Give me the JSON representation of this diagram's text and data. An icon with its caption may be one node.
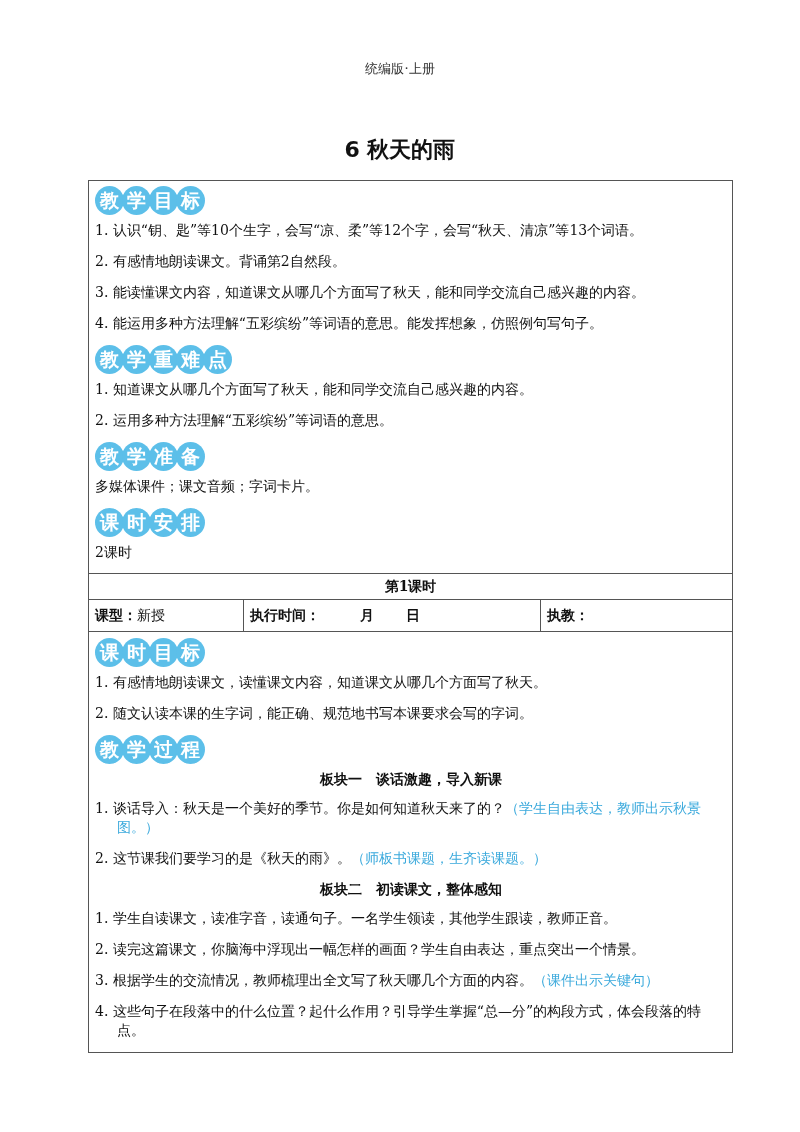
{
  "diagram": {
    "title": "6 秋天的雨",
    "labels": [
      "统编版·上册",
      "教学目标",
      "1. 认识“钥、匙”等10个生字，会写“凉、柔”等12个字，会写“秋天、清凉”等13个词语。",
      "2. 有感情地朗读课文。背诵第2自然段。",
      "3. 能读懂课文内容，知道课文从哪几个方面写了秋天，能和同学交流自己感兴趣的内容。",
      "4. 能运用多种方法理解“五彩缤纷”等词语的意思。能发挥想象，仿照例句写句子。",
      "教学重难点",
      "1. 知道课文从哪几个方面写了秋天，能和同学交流自己感兴趣的内容。",
      "2. 运用多种方法理解“五彩缤纷”等词语的意思。",
      "教学准备",
      "多媒体课件；课文音频；字词卡片。",
      "课时安排",
      "2课时",
      "第1课时",
      "课型：",
      "新授",
      "执行时间：",
      "月",
      "日",
      "执教：",
      "课时目标",
      "1. 有感情地朗读课文，读懂课文内容，知道课文从哪几个方面写了秋天。",
      "2. 随文认读本课的生字词，能正确、规范地书写本课要求会写的字词。",
      "教学过程",
      "板块一　谈话激趣，导入新课",
      "1. 谈话导入：秋天是一个美好的季节。你是如何知道秋天来了的？",
      "（学生自由表达，教师出示秋景图。）",
      "2. 这节课我们要学习的是《秋天的雨》。",
      "（师板书课题，生齐读课题。）",
      "板块二　初读课文，整体感知",
      "1. 学生自读课文，读准字音，读通句子。一名学生领读，其他学生跟读，教师正音。",
      "2. 读完这篇课文，你脑海中浮现出一幅怎样的画面？学生自由表达，重点突出一个情景。",
      "3. 根据学生的交流情况，教师梳理出全文写了秋天哪几个方面的内容。",
      "（课件出示关键句）",
      "4. 这些句子在段落中的什么位置？起什么作用？引导学生掌握“总—分”的构段方式，体会段落的特点。"
    ]
  }
}
